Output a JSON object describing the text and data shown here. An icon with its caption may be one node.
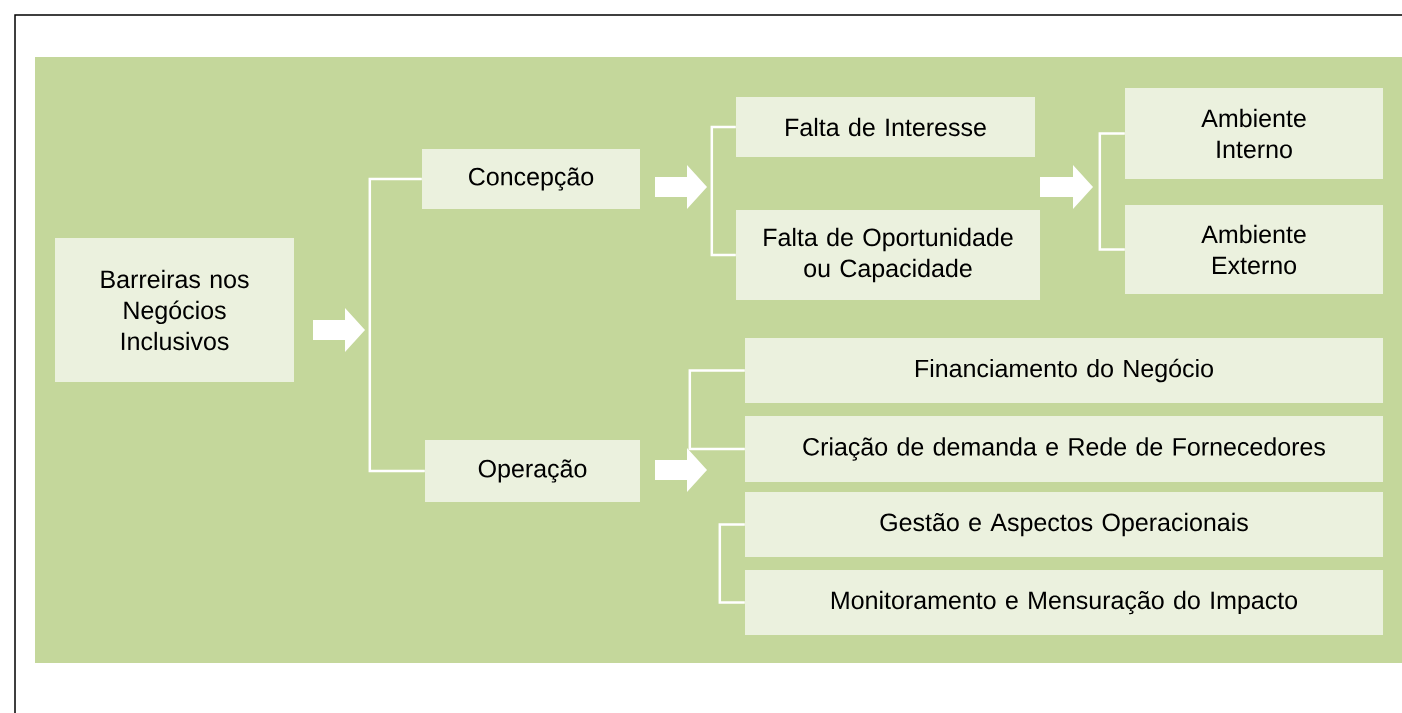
{
  "diagram": {
    "nodes": [
      {
        "text": [
          "Barreiras nos Negócios Inclusivos"
        ]
      },
      {
        "text": [
          "Concepção"
        ]
      },
      {
        "text": [
          "Operação"
        ]
      },
      {
        "text": [
          "Falta de Interesse"
        ]
      },
      {
        "text": [
          "Falta de Oportunidade ou Capacidade"
        ]
      },
      {
        "text": [
          "Ambiente Interno"
        ]
      },
      {
        "text": [
          "Ambiente Externo"
        ]
      },
      {
        "text": [
          "Financiamento do Negócio"
        ]
      },
      {
        "text": [
          "Criação de demanda e Rede de Fornecedores"
        ]
      },
      {
        "text": [
          "Gestão e Aspectos Operacionais"
        ]
      },
      {
        "text": [
          "Monitoramento e Mensuração do Impacto"
        ]
      }
    ],
    "edges": [
      {
        "from": 0,
        "to": null,
        "arrow": "to"
      },
      {
        "from": 1,
        "to": 2,
        "arrow": "none"
      },
      {
        "from": 1,
        "to": null,
        "arrow": "to"
      },
      {
        "from": 3,
        "to": 4,
        "arrow": "none"
      },
      {
        "from": 4,
        "to": 5,
        "arrow": "to"
      },
      {
        "from": 5,
        "to": 6,
        "arrow": "none"
      },
      {
        "from": 2,
        "to": null,
        "arrow": "to"
      },
      {
        "from": 7,
        "to": 8,
        "arrow": "none"
      },
      {
        "from": 9,
        "to": 10,
        "arrow": "none"
      }
    ]
  }
}
